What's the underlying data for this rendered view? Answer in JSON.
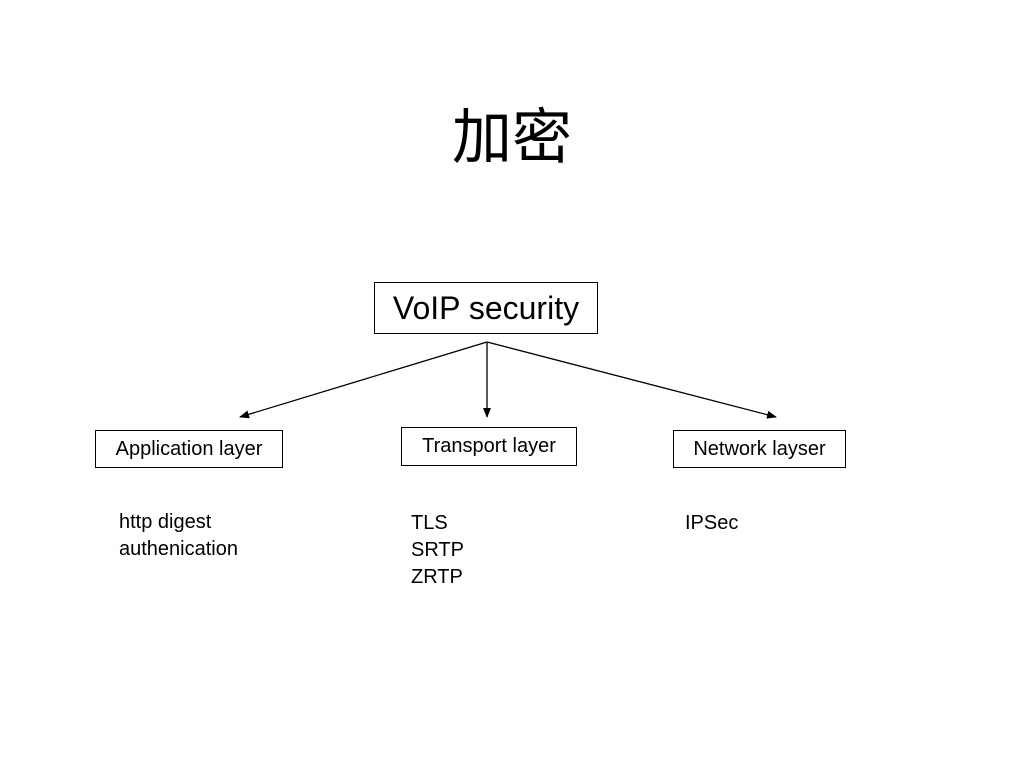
{
  "title": "加密",
  "diagram": {
    "root": {
      "label": "VoIP security"
    },
    "children": [
      {
        "label": "Application layer",
        "details": [
          "http digest",
          "authenication"
        ]
      },
      {
        "label": "Transport layer",
        "details": [
          "TLS",
          "SRTP",
          "ZRTP"
        ]
      },
      {
        "label": "Network layser",
        "details": [
          "IPSec"
        ]
      }
    ]
  }
}
